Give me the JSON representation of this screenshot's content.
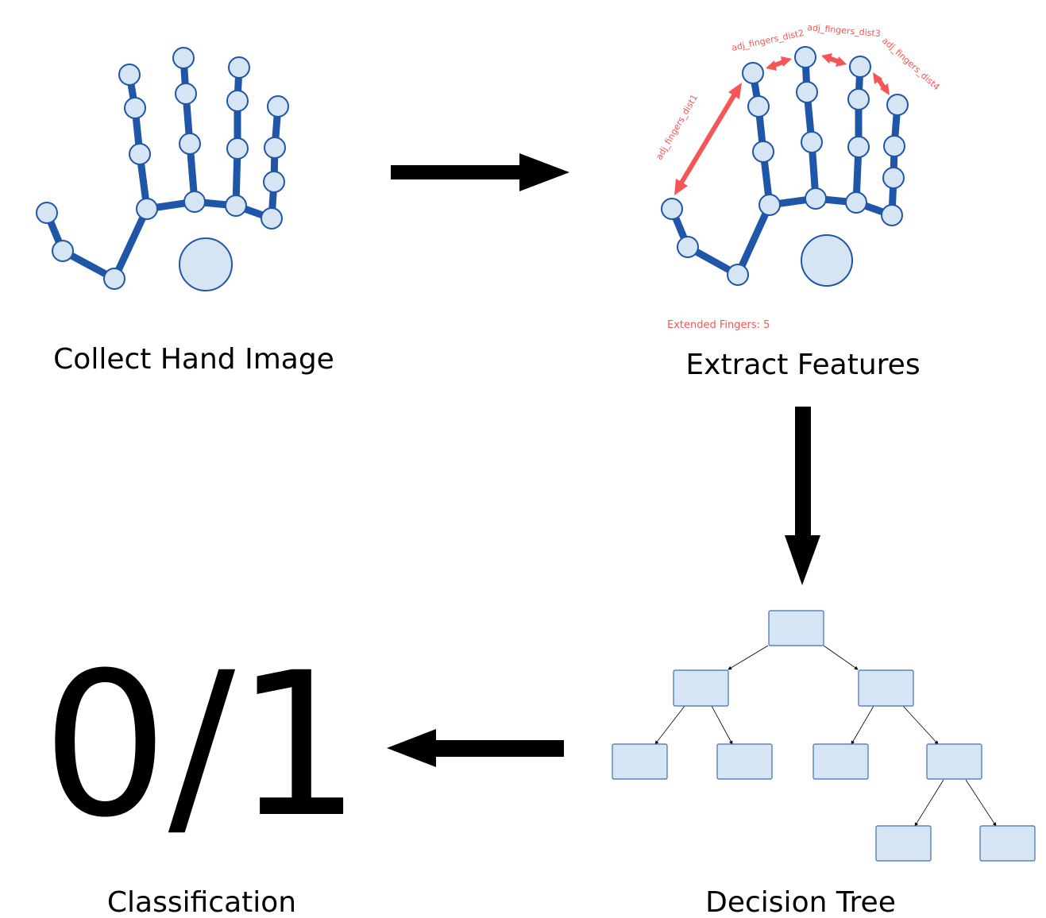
{
  "stages": {
    "collect": "Collect Hand Image",
    "extract": "Extract Features",
    "tree": "Decision Tree",
    "classify": "Classification"
  },
  "features": {
    "dist1": "adj_fingers_dist1",
    "dist2": "adj_fingers_dist2",
    "dist3": "adj_fingers_dist3",
    "dist4": "adj_fingers_dist4",
    "extended": "Extended Fingers: 5"
  },
  "result": "0/1",
  "colors": {
    "bone": "#1f56a8",
    "joint_fill": "#d6e5f3",
    "joint_stroke": "#1f56a8",
    "feature": "#f65555",
    "arrow": "#000000",
    "node_fill": "#d6e5f3",
    "node_stroke": "#3f6fb0"
  }
}
